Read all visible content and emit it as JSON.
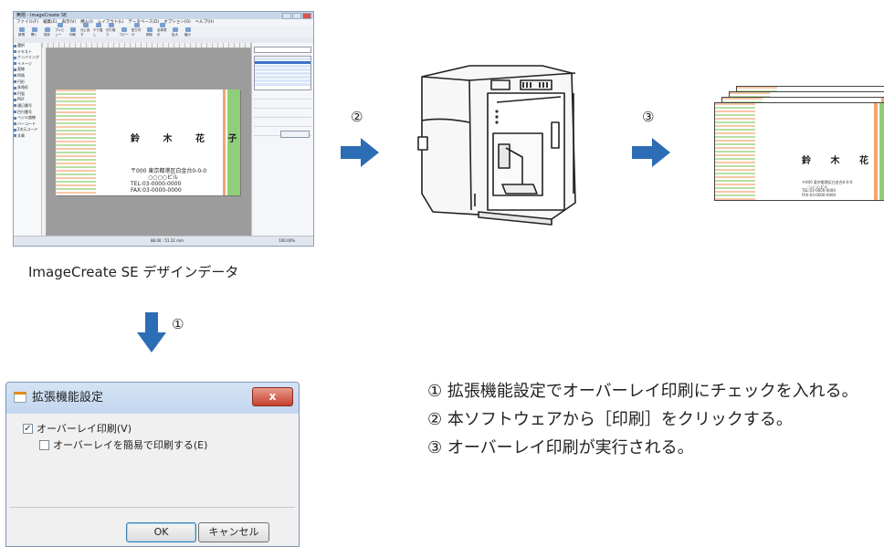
{
  "app_window": {
    "title": "無題 - ImageCreate SE",
    "menu": [
      "ファイル(F)",
      "編集(E)",
      "表示(V)",
      "挿入(I)",
      "レイアウト(L)",
      "データベース(D)",
      "オプション(O)",
      "ヘルプ(H)"
    ],
    "toolbar": [
      "新規",
      "開く",
      "保存",
      "プレビュー",
      "印刷",
      "元に戻す",
      "やり直し",
      "切り取り",
      "コピー",
      "貼り付け",
      "削除",
      "全体表示",
      "拡大",
      "縮小"
    ],
    "sidebar_items": [
      "選択",
      "テキスト",
      "ナンバリング",
      "イメージ",
      "直線",
      "四角",
      "円形",
      "多角形",
      "円弧",
      "PDF",
      "通日番号",
      "目付番号",
      "ベジエ曲線",
      "バーコード",
      "2次元コード",
      "文章"
    ],
    "status_center": "88.00 : 51.22 mm",
    "status_right": "100.00%"
  },
  "design_card": {
    "name": "鈴 木 花 子",
    "address": "〒000 東京都港区白金台0-0-0\n          ○○○○ビル\nTEL:03-0000-0000\nFAX:03-0000-0000"
  },
  "printed_card": {
    "name": "鈴 木 花 子",
    "address": "〒000 東京都港区白金台0-0-0\n     ○○○○ビル\nTEL:03-0000-0000\nFAX:03-0000-0000"
  },
  "caption": "ImageCreate SE デザインデータ",
  "steps": {
    "s1": "①",
    "s2": "②",
    "s3": "③"
  },
  "dialog": {
    "title": "拡張機能設定",
    "close": "x",
    "opt_overlay": "オーバーレイ印刷(V)",
    "opt_overlay_checked": true,
    "opt_simple": "オーバーレイを簡易で印刷する(E)",
    "opt_simple_checked": false,
    "ok": "OK",
    "cancel": "キャンセル"
  },
  "notes": [
    "① 拡張機能設定でオーバーレイ印刷にチェックを入れる。",
    "② 本ソフトウェアから［印刷］をクリックする。",
    "③ オーバーレイ印刷が実行される。"
  ],
  "colors": {
    "arrow": "#2d6db5",
    "stripe_orange": "#f6c7a6",
    "stripe_green": "#b8dfa4",
    "bar_green": "#8fcf7a",
    "bar_orange": "#f3a56f"
  }
}
